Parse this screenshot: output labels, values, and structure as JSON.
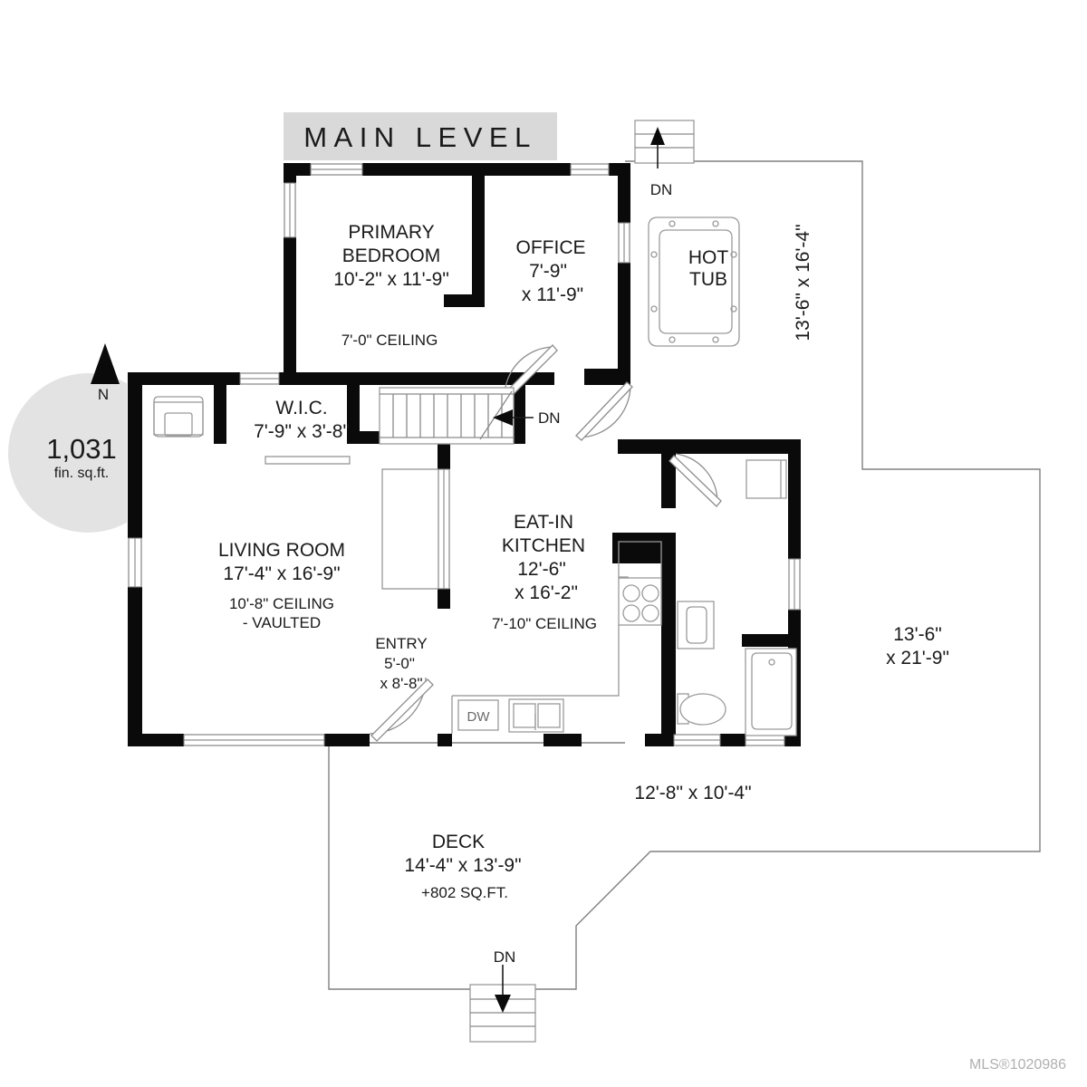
{
  "banner": {
    "title": "MAIN  LEVEL"
  },
  "badge": {
    "area_value": "1,031",
    "area_unit": "fin. sq.ft.",
    "north_label": "N"
  },
  "rooms": [
    {
      "key": "primary_bedroom",
      "name1": "PRIMARY",
      "name2": "BEDROOM",
      "dims": "10'-2\" x 11'-9\"",
      "ceiling": "7'-0\" CEILING"
    },
    {
      "key": "office",
      "name1": "OFFICE",
      "dims1": "7'-9\"",
      "dims2": "x 11'-9\""
    },
    {
      "key": "wic",
      "name1": "W.I.C.",
      "dims": "7'-9\" x 3'-8\""
    },
    {
      "key": "living_room",
      "name1": "LIVING ROOM",
      "dims": "17'-4\" x 16'-9\"",
      "ceiling1": "10'-8\" CEILING",
      "ceiling2": "- VAULTED"
    },
    {
      "key": "eat_in_kitchen",
      "name1": "EAT-IN",
      "name2": "KITCHEN",
      "dims1": "12'-6\"",
      "dims2": "x 16'-2\"",
      "ceiling": "7'-10\" CEILING"
    },
    {
      "key": "entry",
      "name1": "ENTRY",
      "dims1": "5'-0\"",
      "dims2": "x 8'-8\""
    },
    {
      "key": "hot_tub",
      "name1": "HOT",
      "name2": "TUB"
    },
    {
      "key": "deck",
      "name1": "DECK",
      "dims": "14'-4\" x 13'-9\"",
      "sqft": "+802 SQ.FT."
    }
  ],
  "patio_dims": {
    "hot_tub_deck": "13'-6\" x 16'-4\"",
    "lower_right_line1": "13'-6\"",
    "lower_right_line2": "x 21'-9\"",
    "lower_deck": "12'-8\" x 10'-4\""
  },
  "stair_labels": {
    "top_right": "DN",
    "interior": "DN",
    "deck": "DN"
  },
  "appliances": {
    "dishwasher": "DW"
  },
  "footer": {
    "mls": "MLS®1020986"
  },
  "colors": {
    "wall": "#0a0a0a",
    "banner_bg": "#d9d9d9",
    "badge_bg": "#e3e3e3",
    "thin_line": "#808080",
    "text": "#1a1a1a",
    "mls_text": "#b0b0b0",
    "page_bg": "#ffffff"
  }
}
